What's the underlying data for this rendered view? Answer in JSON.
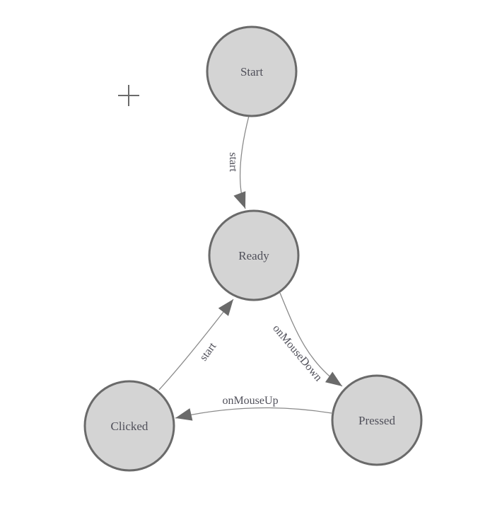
{
  "diagram": {
    "type": "state-machine",
    "nodes": [
      {
        "id": "start",
        "label": "Start"
      },
      {
        "id": "ready",
        "label": "Ready"
      },
      {
        "id": "clicked",
        "label": "Clicked"
      },
      {
        "id": "pressed",
        "label": "Pressed"
      }
    ],
    "edges": [
      {
        "from": "start",
        "to": "ready",
        "label": "start"
      },
      {
        "from": "ready",
        "to": "pressed",
        "label": "onMouseDown"
      },
      {
        "from": "pressed",
        "to": "clicked",
        "label": "onMouseUp"
      },
      {
        "from": "clicked",
        "to": "ready",
        "label": "start"
      }
    ],
    "colors": {
      "background": "#ffffff",
      "node_fill": "#d4d4d4",
      "node_stroke": "#6a6a6a",
      "edge_stroke": "#8a8a8a",
      "arrow_fill": "#6a6a6a",
      "label_text": "#50505a",
      "crosshair": "#6b6b6b"
    }
  }
}
